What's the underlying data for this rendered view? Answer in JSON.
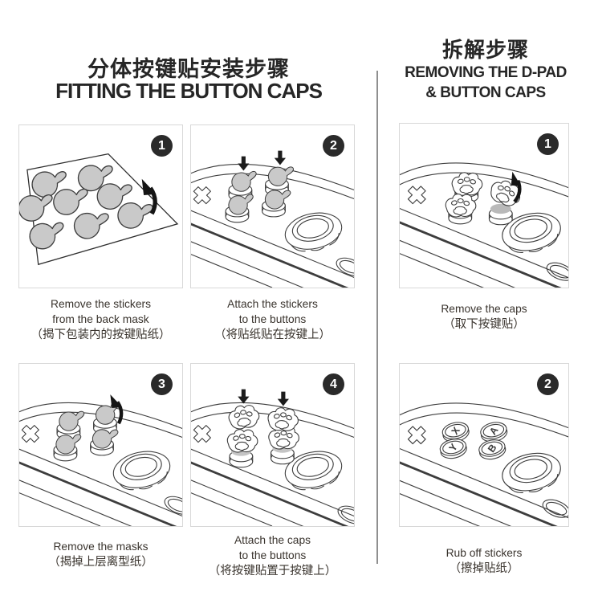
{
  "page": {
    "background": "#ffffff"
  },
  "left_section": {
    "title_zh": "分体按键贴安装步骤",
    "title_en": "FITTING THE BUTTON CAPS",
    "steps": [
      {
        "number": "1",
        "caption": [
          "Remove the stickers",
          "from the back mask",
          "（揭下包装内的按键贴纸）"
        ]
      },
      {
        "number": "2",
        "caption": [
          "Attach the stickers",
          "to the buttons",
          "（将贴纸贴在按键上）"
        ]
      },
      {
        "number": "3",
        "caption": [
          "Remove the masks",
          "（揭掉上层离型纸）"
        ]
      },
      {
        "number": "4",
        "caption": [
          "Attach the caps",
          "to the buttons",
          "（将按键贴置于按键上）"
        ]
      }
    ]
  },
  "right_section": {
    "title_zh": "拆解步骤",
    "title_en_lines": [
      "REMOVING THE D-PAD",
      "& BUTTON CAPS"
    ],
    "steps": [
      {
        "number": "1",
        "caption": [
          "Remove the caps",
          "（取下按键贴）"
        ]
      },
      {
        "number": "2",
        "caption": [
          "Rub off stickers",
          "（擦掉贴纸）"
        ],
        "button_labels": [
          "X",
          "A",
          "Y",
          "B"
        ]
      }
    ]
  },
  "colors": {
    "title": "#262626",
    "caption": "#3a342e",
    "badge_bg": "#2a2a2a",
    "badge_text": "#ffffff",
    "sticker_gray": "#c9c9c9",
    "line_art": "#3d3d3d",
    "divider": "#8f8f8f",
    "panel_border": "#d8d8d8"
  }
}
